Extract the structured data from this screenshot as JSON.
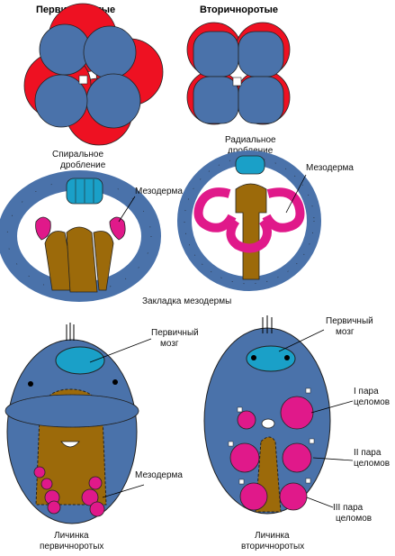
{
  "headers": {
    "protostomes": "Первичноротые",
    "deuterostomes": "Вторичноротые"
  },
  "cleavage": {
    "spiral": [
      "Спиральное",
      "дробление"
    ],
    "radial": [
      "Радиальное",
      "дробление"
    ]
  },
  "gastrula": {
    "mesoderm_left": "Мезодерма",
    "mesoderm_right": "Мезодерма",
    "caption": "Закладка мезодермы"
  },
  "larvae": {
    "proto_brain": [
      "Первичный",
      "мозг"
    ],
    "proto_mesoderm": "Мезодерма",
    "proto_caption": [
      "Личинка",
      "первичноротых"
    ],
    "deut_brain": [
      "Первичный",
      "мозг"
    ],
    "coelom_1": [
      "I пара",
      "целомов"
    ],
    "coelom_2": [
      "II пара",
      "целомов"
    ],
    "coelom_3": [
      "III пара",
      "целомов"
    ],
    "deut_caption": [
      "Личинка",
      "вторичноротых"
    ]
  },
  "colors": {
    "blastomere_blue": "#4a72aa",
    "red": "#ee1122",
    "magenta": "#e0198a",
    "cyan": "#1aa0c8",
    "brown": "#9c6a0a"
  }
}
